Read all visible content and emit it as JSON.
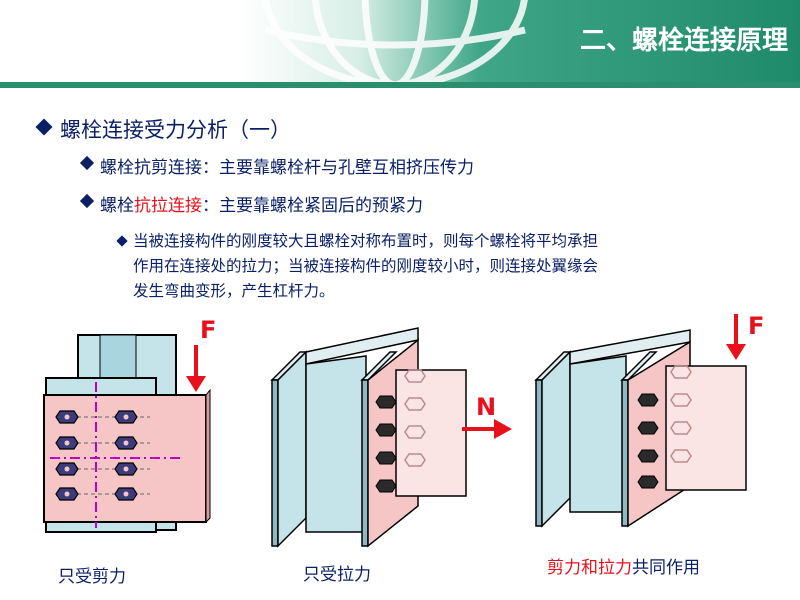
{
  "title": "二、螺栓连接原理",
  "bullets": {
    "l1": "螺栓连接受力分析（一）",
    "l2": "螺栓抗剪连接：主要靠螺栓杆与孔壁互相挤压传力",
    "l3_pre": "螺栓",
    "l3_red": "抗拉连接",
    "l3_post": "：主要靠螺栓紧固后的预紧力",
    "l4_line1": "当被连接构件的刚度较大且螺栓对称布置时，则每个螺栓将平均承担",
    "l4_line2": "作用在连接处的拉力；当被连接构件的刚度较小时，则连接处翼缘会",
    "l4_line3": "发生弯曲变形，产生杠杆力。"
  },
  "figures": {
    "fig1_force": "F",
    "fig2_force": "N",
    "fig3_force": "F"
  },
  "captions": {
    "c1": "只受剪力",
    "c2": "只受拉力",
    "c3_red": "剪力和拉力",
    "c3_post": "共同作用"
  },
  "colors": {
    "accent_green": "#2b8f6e",
    "text_navy": "#0a1f66",
    "highlight_red": "#e8101a",
    "plate_pink": "#f6c6c6",
    "steel_blue": "#c5e4ea"
  }
}
